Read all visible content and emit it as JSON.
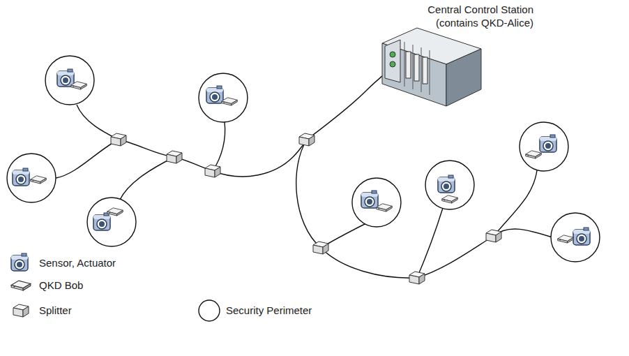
{
  "diagram": {
    "nodes": [
      {
        "text": [
          "Central Control Station (contains QKD-Alice)"
        ]
      }
    ],
    "legend": [
      {
        "text": "Sensor, Actuator"
      },
      {
        "text": "QKD Bob"
      },
      {
        "text": "Splitter"
      },
      {
        "text": "Security Perimeter"
      }
    ]
  }
}
